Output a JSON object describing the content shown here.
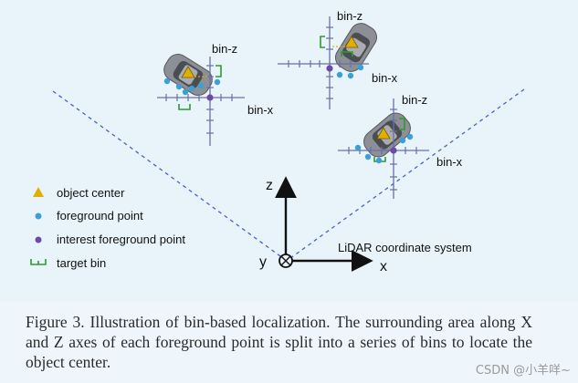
{
  "figure": {
    "bin_z_label": "bin-z",
    "bin_x_label": "bin-x",
    "legend": [
      {
        "label": "object center",
        "icon": "triangle-icon",
        "color": "#e0b000"
      },
      {
        "label": "foreground point",
        "icon": "dot-icon",
        "color": "#3aa0d8"
      },
      {
        "label": "interest foreground point",
        "icon": "dot-icon",
        "color": "#6a4aa8"
      },
      {
        "label": "target bin",
        "icon": "bracket-icon",
        "color": "#2e9b2e"
      }
    ],
    "axis_z": "z",
    "axis_x": "x",
    "axis_y": "y",
    "coord_system_label": "LiDAR coordinate system"
  },
  "caption": "Figure 3. Illustration of bin-based localization.  The surrounding area along X and Z axes of each foreground point is split into a series of bins to locate the object center.",
  "watermark": "CSDN @小羊咩~"
}
